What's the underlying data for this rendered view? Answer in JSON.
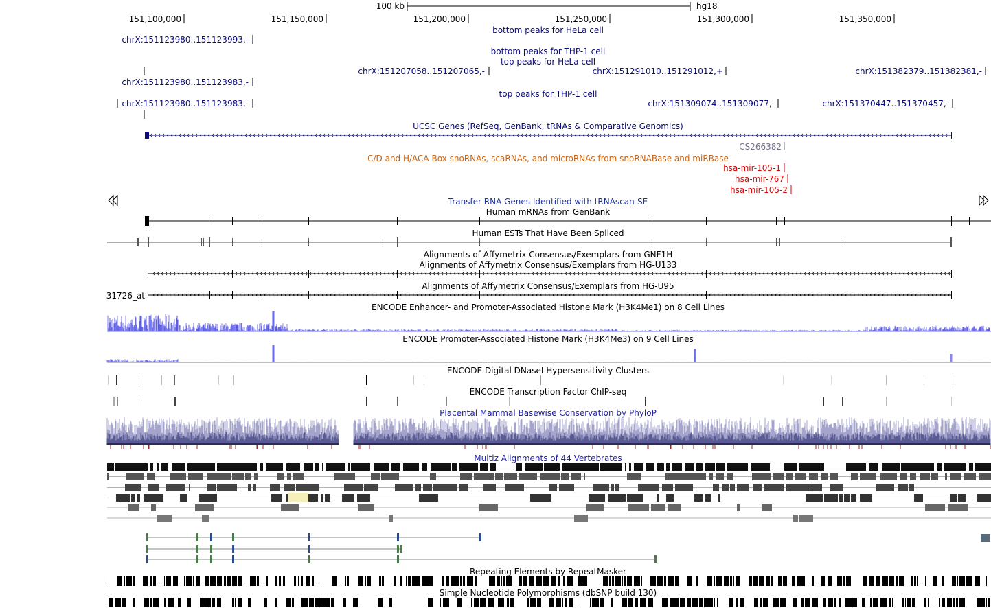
{
  "assembly": "hg18",
  "scalebar": {
    "label": "100 kb"
  },
  "ruler": {
    "ticks": [
      "151,100,000",
      "151,150,000",
      "151,200,000",
      "151,250,000",
      "151,300,000",
      "151,350,000"
    ]
  },
  "colors": {
    "navy": "#0a0a78",
    "snorna_title": "#c86414",
    "mirna": "#d20a0a",
    "cs_gene": "#6e6e8c",
    "trna_title": "#1e32a0",
    "phylop_title": "#1e1eaa",
    "multiz_title": "#1e1eaa"
  },
  "tracks": {
    "hela_bottom": {
      "title": "bottom peaks for HeLa cell",
      "items": [
        "chrX:151123980..151123993,-"
      ]
    },
    "thp1_bottom": {
      "title": "bottom peaks for THP-1 cell"
    },
    "hela_top": {
      "title": "top peaks for HeLa cell",
      "items": [
        "chrX:151207058..151207065,-",
        "chrX:151291010..151291012,+",
        "chrX:151382379..151382381,-",
        "chrX:151123980..151123983,-"
      ]
    },
    "thp1_top": {
      "title": "top peaks for THP-1 cell",
      "items": [
        "chrX:151123980..151123983,-",
        "chrX:151309074..151309077,-",
        "chrX:151370447..151370457,-"
      ]
    },
    "ucsc_genes": {
      "title": "UCSC Genes (RefSeq, GenBank, tRNAs & Comparative Genomics)",
      "items": [
        "CS266382"
      ]
    },
    "snorna": {
      "title": "C/D and H/ACA Box snoRNAs, scaRNAs, and microRNAs from snoRNABase and miRBase",
      "items": [
        "hsa-mir-105-1",
        "hsa-mir-767",
        "hsa-mir-105-2"
      ]
    },
    "trna": {
      "title": "Transfer RNA Genes Identified with tRNAscan-SE"
    },
    "mrna": {
      "title": "Human mRNAs from GenBank"
    },
    "est": {
      "title": "Human ESTs That Have Been Spliced"
    },
    "gnf1h": {
      "title": "Alignments of Affymetrix Consensus/Exemplars from GNF1H"
    },
    "hgu133": {
      "title": "Alignments of Affymetrix Consensus/Exemplars from HG-U133"
    },
    "hgu95": {
      "title": "Alignments of Affymetrix Consensus/Exemplars from HG-U95",
      "items": [
        "31726_at"
      ]
    },
    "h3k4me1": {
      "title": "ENCODE Enhancer- and Promoter-Associated Histone Mark (H3K4Me1) on 8 Cell Lines"
    },
    "h3k4me3": {
      "title": "ENCODE Promoter-Associated Histone Mark (H3K4Me3) on 9 Cell Lines"
    },
    "dnase": {
      "title": "ENCODE Digital DNaseI Hypersensitivity Clusters"
    },
    "tfbs": {
      "title": "ENCODE Transcription Factor ChIP-seq"
    },
    "phylop": {
      "title": "Placental Mammal Basewise Conservation by PhyloP"
    },
    "multiz": {
      "title": "Multiz Alignments of 44 Vertebrates"
    },
    "rmsk": {
      "title": "Repeating Elements by RepeatMasker"
    },
    "snp": {
      "title": "Simple Nucleotide Polymorphisms (dbSNP build 130)"
    }
  }
}
